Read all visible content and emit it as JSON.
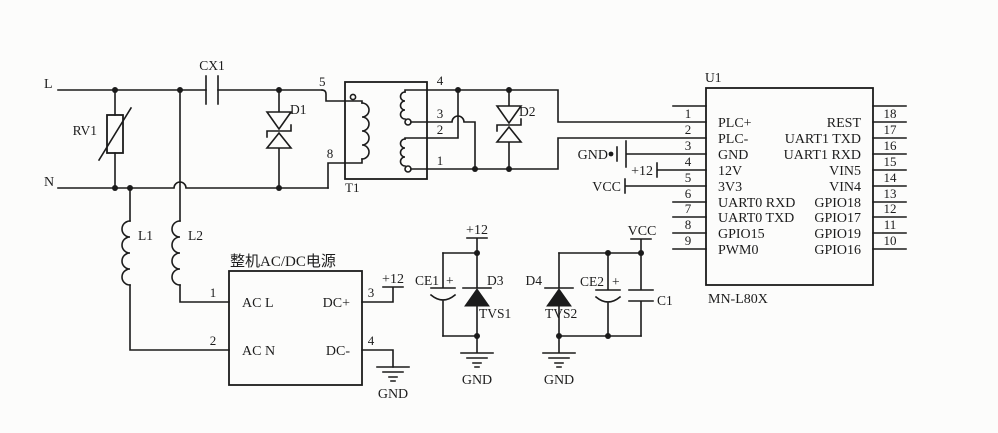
{
  "ac_lines": {
    "live": "L",
    "neutral": "N"
  },
  "power_net_labels": {
    "p12": "+12",
    "vcc": "VCC",
    "gnd": "GND"
  },
  "components": {
    "rv1": "RV1",
    "cx1": "CX1",
    "d1": "D1",
    "d2": "D2",
    "d3": "D3",
    "d4": "D4",
    "tvs1": "TVS1",
    "tvs2": "TVS2",
    "l1": "L1",
    "l2": "L2",
    "t1": "T1",
    "ce1": "CE1",
    "ce2": "CE2",
    "c1": "C1",
    "plus_polarity": "+"
  },
  "t1_pins": {
    "p5": "5",
    "p8": "8",
    "p4": "4",
    "p3": "3",
    "p2": "2",
    "p1": "1"
  },
  "acdc_module": {
    "title": "整机AC/DC电源",
    "pins": [
      {
        "num": "1",
        "label": "AC L"
      },
      {
        "num": "2",
        "label": "AC N"
      },
      {
        "num": "3",
        "label": "DC+"
      },
      {
        "num": "4",
        "label": "DC-"
      }
    ]
  },
  "u1": {
    "ref": "U1",
    "part": "MN-L80X",
    "left_pins": [
      {
        "num": "1",
        "name": "PLC+"
      },
      {
        "num": "2",
        "name": "PLC-"
      },
      {
        "num": "3",
        "name": "GND"
      },
      {
        "num": "4",
        "name": "12V"
      },
      {
        "num": "5",
        "name": "3V3"
      },
      {
        "num": "6",
        "name": "UART0 RXD"
      },
      {
        "num": "7",
        "name": "UART0 TXD"
      },
      {
        "num": "8",
        "name": "GPIO15"
      },
      {
        "num": "9",
        "name": "PWM0"
      }
    ],
    "right_pins": [
      {
        "num": "18",
        "name": "REST"
      },
      {
        "num": "17",
        "name": "UART1 TXD"
      },
      {
        "num": "16",
        "name": "UART1 RXD"
      },
      {
        "num": "15",
        "name": "VIN5"
      },
      {
        "num": "14",
        "name": "VIN4"
      },
      {
        "num": "13",
        "name": "GPIO18"
      },
      {
        "num": "12",
        "name": "GPIO17"
      },
      {
        "num": "11",
        "name": "GPIO19"
      },
      {
        "num": "10",
        "name": "GPIO16"
      }
    ]
  }
}
